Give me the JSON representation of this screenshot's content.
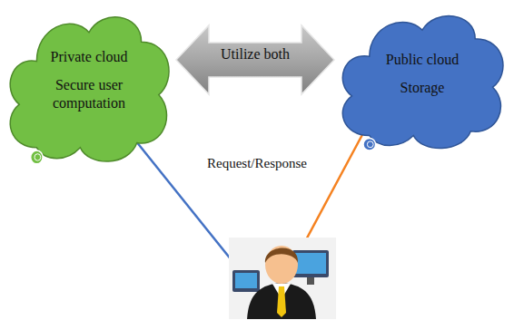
{
  "diagram": {
    "nodes": [
      {
        "text": [
          "Private cloud",
          "Secure user computation"
        ]
      },
      {
        "text": [
          "Public cloud",
          "Storage"
        ]
      }
    ],
    "edges": [
      {
        "from": 0,
        "to": 1,
        "arrow": "both",
        "label": "Utilize both"
      }
    ],
    "labels": [
      "Request/Response"
    ]
  }
}
